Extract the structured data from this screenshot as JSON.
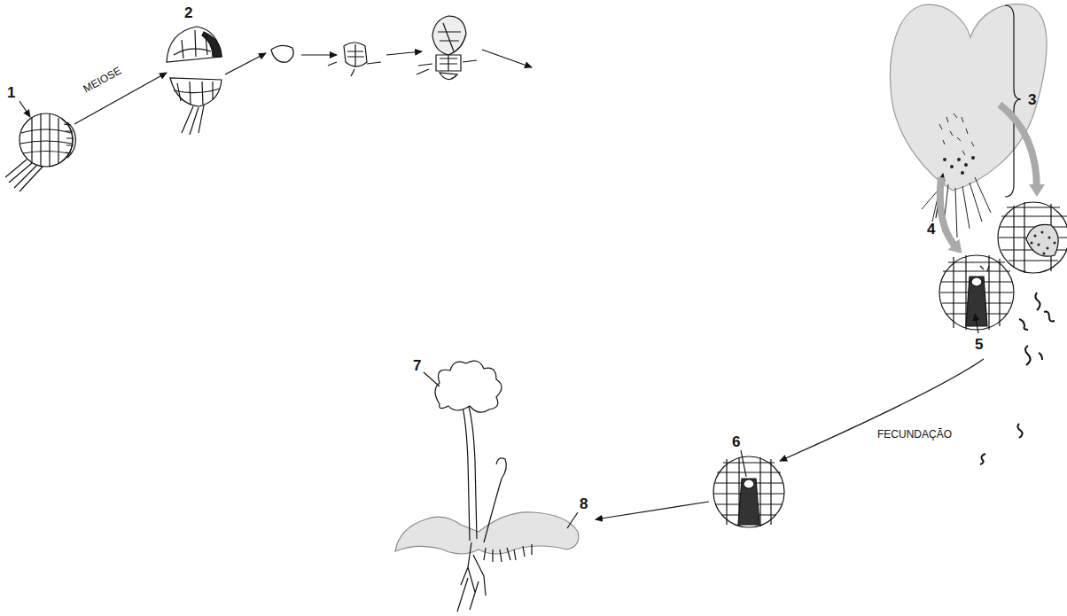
{
  "diagram": {
    "labels": [
      "1",
      "MEIOSE",
      "2",
      "3",
      "4",
      "5",
      "FECUNDAÇÃO",
      "6",
      "7",
      "8"
    ]
  }
}
